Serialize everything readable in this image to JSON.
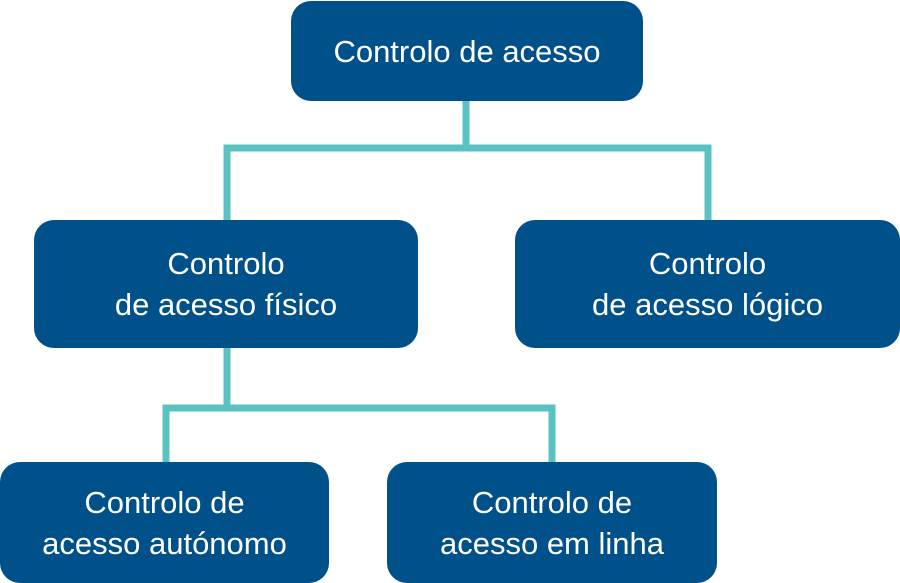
{
  "colors": {
    "node": "#00508a",
    "connector": "#5bc2c2",
    "text": "#ffffff"
  },
  "nodes": {
    "root": {
      "lines": [
        "Controlo de acesso"
      ]
    },
    "physical": {
      "lines": [
        "Controlo",
        "de acesso físico"
      ]
    },
    "logical": {
      "lines": [
        "Controlo",
        "de acesso lógico"
      ]
    },
    "standalone": {
      "lines": [
        "Controlo de",
        "acesso autónomo"
      ]
    },
    "online": {
      "lines": [
        "Controlo de",
        "acesso em linha"
      ]
    }
  },
  "edges": [
    {
      "from": "root",
      "to": "physical"
    },
    {
      "from": "root",
      "to": "logical"
    },
    {
      "from": "physical",
      "to": "standalone"
    },
    {
      "from": "physical",
      "to": "online"
    }
  ]
}
